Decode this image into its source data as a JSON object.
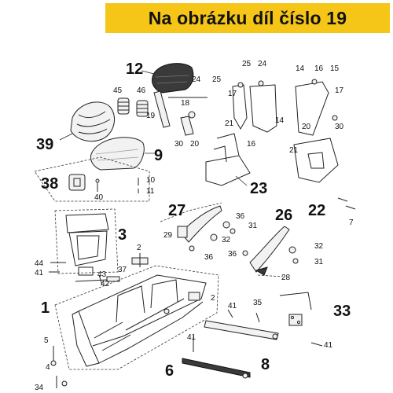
{
  "banner": {
    "text": "Na obrázku díl číslo 19"
  },
  "colors": {
    "banner_bg": "#f5c518",
    "ink": "#111111"
  },
  "callouts_big": {
    "c12": "12",
    "c39": "39",
    "c9": "9",
    "c38": "38",
    "c27": "27",
    "c26": "26",
    "c3": "3",
    "c23": "23",
    "c22": "22",
    "c1": "1",
    "c33": "33",
    "c6": "6",
    "c8": "8"
  },
  "callouts_small": {
    "n25a": "25",
    "n24a": "24",
    "n14a": "14",
    "n16": "16",
    "n15": "15",
    "n24b": "24",
    "n25b": "25",
    "n45": "45",
    "n46": "46",
    "n18": "18",
    "n17a": "17",
    "n17b": "17",
    "n19": "19",
    "n30a": "30",
    "n20a": "20",
    "n21a": "21",
    "n16b": "16",
    "n14b": "14",
    "n20b": "20",
    "n30b": "30",
    "n21b": "21",
    "n10": "10",
    "n11": "11",
    "n40": "40",
    "n29": "29",
    "n36a": "36",
    "n31a": "31",
    "n32a": "32",
    "n36b": "36",
    "n31b": "31",
    "n32b": "32",
    "n36c": "36",
    "n28": "28",
    "n2a": "2",
    "n37": "37",
    "n44": "44",
    "n41a": "41",
    "n43": "43",
    "n42": "42",
    "n7": "7",
    "n41b": "41",
    "n35": "35",
    "n2b": "2",
    "n41c": "41",
    "n5": "5",
    "n4": "4",
    "n34": "34",
    "n41d": "41"
  }
}
